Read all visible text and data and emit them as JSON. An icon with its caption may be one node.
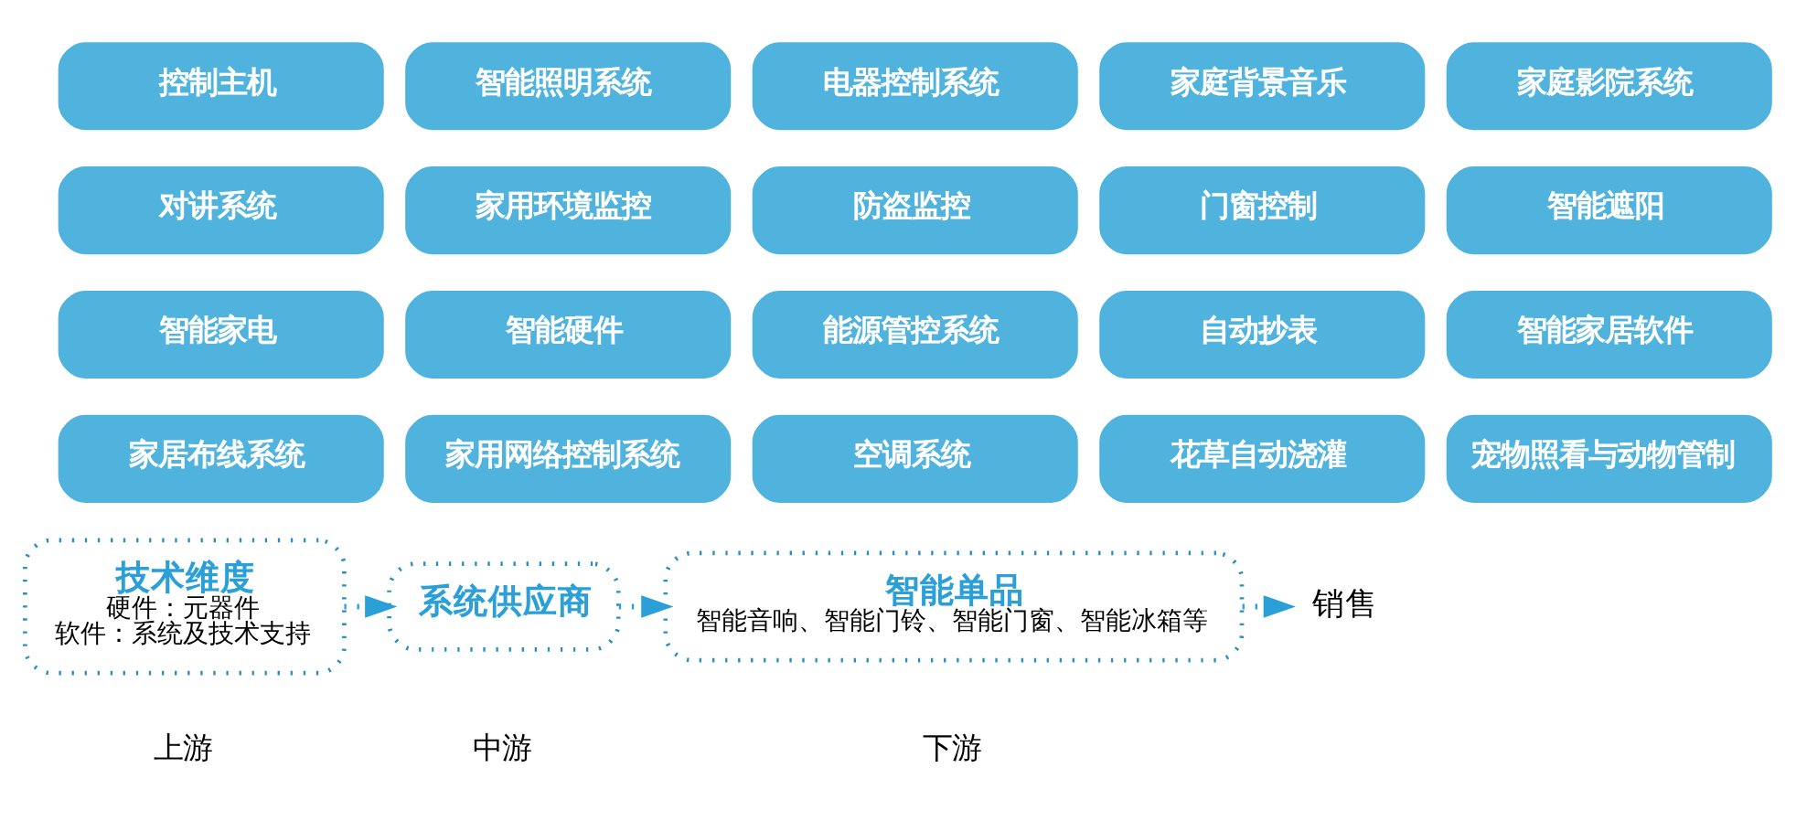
{
  "diagram": {
    "nodes": [
      {
        "text": [
          "控制主机"
        ]
      },
      {
        "text": [
          "智能照明系统"
        ]
      },
      {
        "text": [
          "电器控制系统"
        ]
      },
      {
        "text": [
          "家庭背景音乐"
        ]
      },
      {
        "text": [
          "家庭影院系统"
        ]
      },
      {
        "text": [
          "对讲系统"
        ]
      },
      {
        "text": [
          "家用环境监控"
        ]
      },
      {
        "text": [
          "防盗监控"
        ]
      },
      {
        "text": [
          "门窗控制"
        ]
      },
      {
        "text": [
          "智能遮阳"
        ]
      },
      {
        "text": [
          "智能家电"
        ]
      },
      {
        "text": [
          "智能硬件"
        ]
      },
      {
        "text": [
          "能源管控系统"
        ]
      },
      {
        "text": [
          "自动抄表"
        ]
      },
      {
        "text": [
          "智能家居软件"
        ]
      },
      {
        "text": [
          "家居布线系统"
        ]
      },
      {
        "text": [
          "家用网络控制系统"
        ]
      },
      {
        "text": [
          "空调系统"
        ]
      },
      {
        "text": [
          "花草自动浇灌"
        ]
      },
      {
        "text": [
          "宠物照看与动物管制"
        ]
      },
      {
        "text": [
          "技术维度",
          "硬件：元器件",
          "软件：系统及技术支持"
        ],
        "beside": [
          "上游"
        ]
      },
      {
        "text": [
          "系统供应商"
        ],
        "beside": [
          "中游"
        ]
      },
      {
        "text": [
          "智能单品",
          "智能音响、智能门铃、智能门窗、智能冰箱等"
        ],
        "beside": [
          "下游"
        ]
      },
      {
        "text": [
          "销售"
        ]
      }
    ],
    "edges": [
      {
        "from": 20,
        "to": 21,
        "arrow": "to",
        "style": "dashed"
      },
      {
        "from": 21,
        "to": 22,
        "arrow": "to",
        "style": "dashed"
      },
      {
        "from": 22,
        "to": 23,
        "arrow": "to",
        "style": "dashed"
      }
    ]
  }
}
